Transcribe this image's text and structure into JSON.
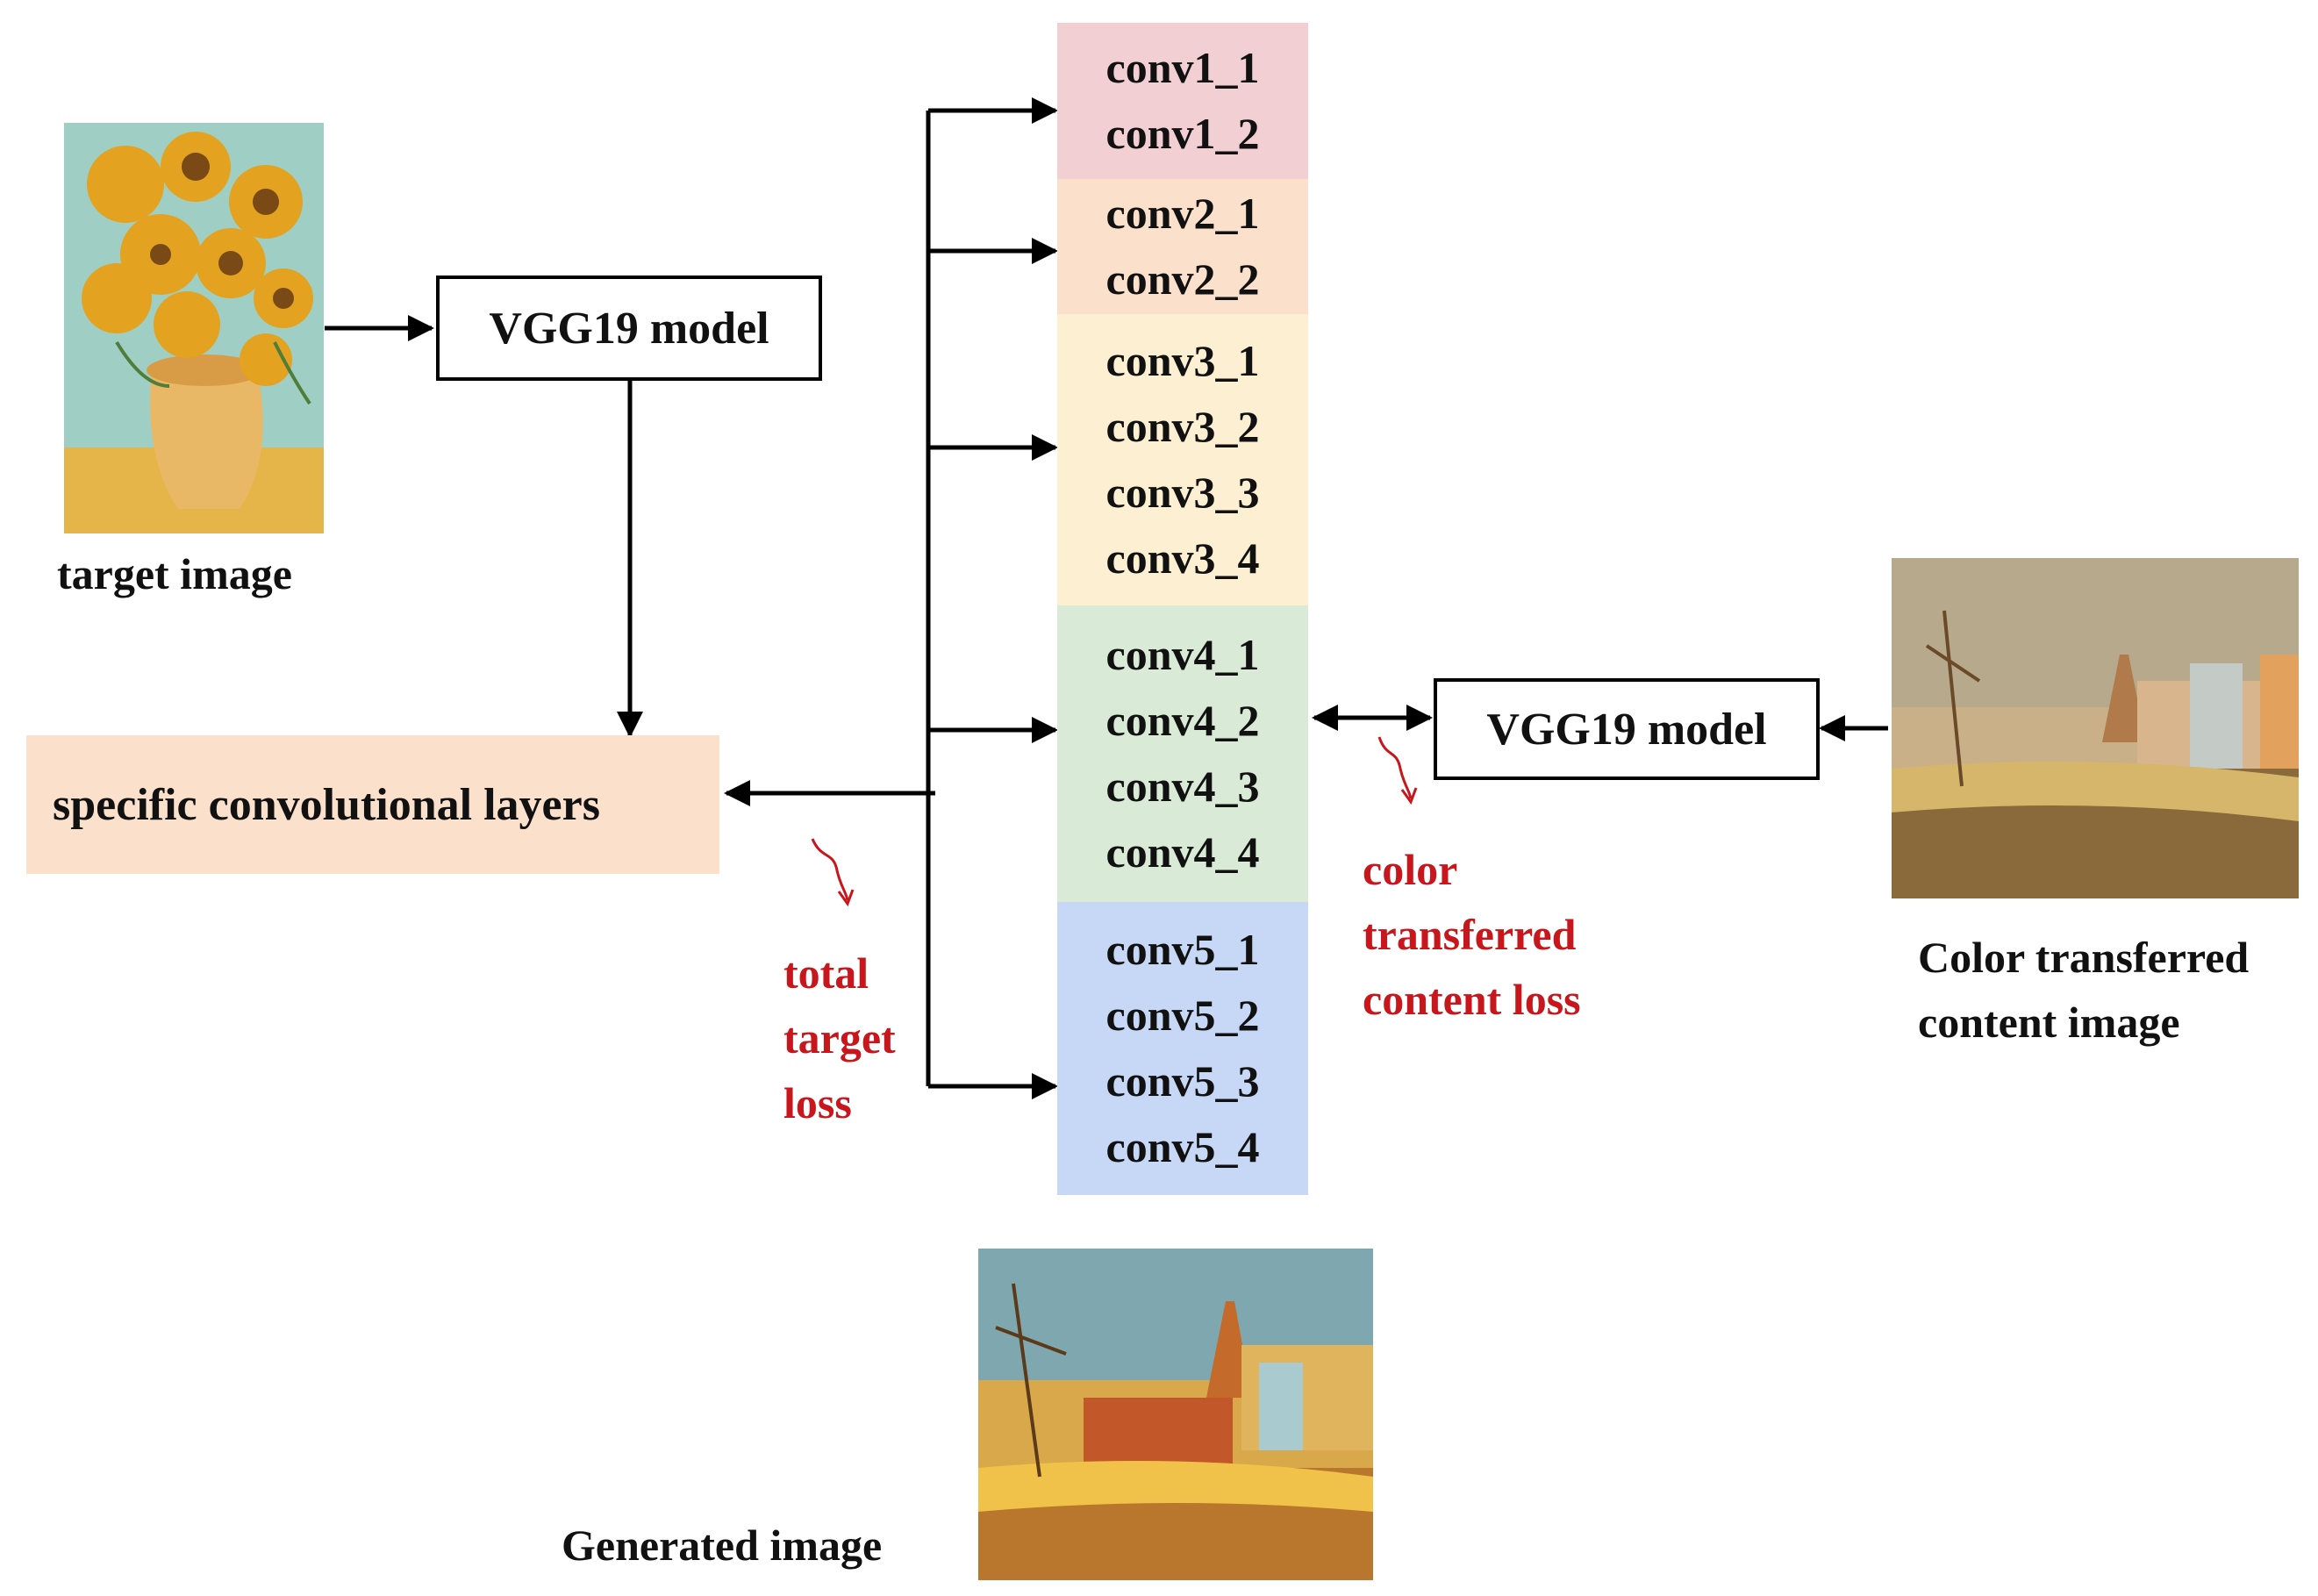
{
  "target": {
    "caption": "target image"
  },
  "vgg_left": {
    "label": "VGG19 model"
  },
  "vgg_right": {
    "label": "VGG19 model"
  },
  "specific_layers": {
    "label": "specific convolutional layers"
  },
  "layer_groups": [
    {
      "layers": [
        "conv1_1",
        "conv1_2"
      ],
      "color": "#f2cfd2"
    },
    {
      "layers": [
        "conv2_1",
        "conv2_2"
      ],
      "color": "#fbe0cc"
    },
    {
      "layers": [
        "conv3_1",
        "conv3_2",
        "conv3_3",
        "conv3_4"
      ],
      "color": "#fdf0d2"
    },
    {
      "layers": [
        "conv4_1",
        "conv4_2",
        "conv4_3",
        "conv4_4"
      ],
      "color": "#d9ead7"
    },
    {
      "layers": [
        "conv5_1",
        "conv5_2",
        "conv5_3",
        "conv5_4"
      ],
      "color": "#c6d8f5"
    }
  ],
  "total_loss": {
    "line1": "total",
    "line2": "target",
    "line3": "loss",
    "color": "#c8161d"
  },
  "content_loss": {
    "line1": "color",
    "line2": "transferred",
    "line3": "content loss",
    "color": "#c8161d"
  },
  "content_image": {
    "line1": "Color transferred",
    "line2": "content image"
  },
  "generated": {
    "caption": "Generated image"
  },
  "colors": {
    "specific_layers_bg": "#fbe0cc",
    "arrow": "#000000"
  }
}
